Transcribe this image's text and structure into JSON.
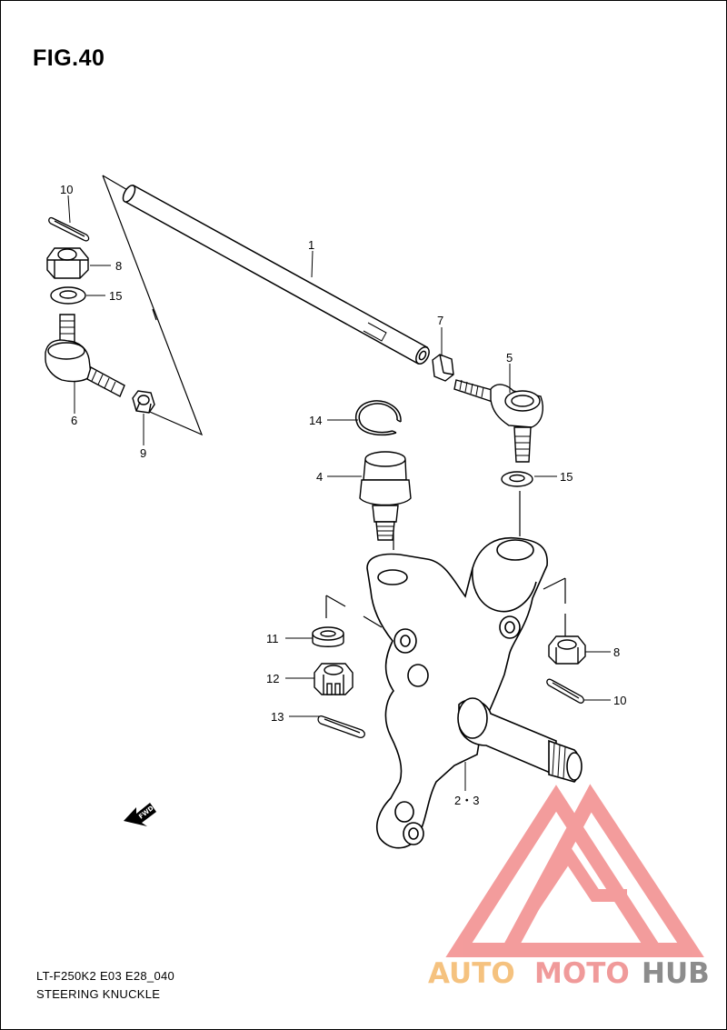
{
  "figure": {
    "title": "FIG.40"
  },
  "callouts": {
    "c1": "1",
    "c23": "2・3",
    "c4": "4",
    "c5": "5",
    "c6": "6",
    "c7": "7",
    "c8_left": "8",
    "c8_right": "8",
    "c9": "9",
    "c10_left": "10",
    "c10_right": "10",
    "c11": "11",
    "c12": "12",
    "c13": "13",
    "c14": "14",
    "c15_left": "15",
    "c15_right": "15"
  },
  "fwd_label": "FWD",
  "footer": {
    "model_code": "LT-F250K2 E03 E28_040",
    "section_name": "STEERING KNUCKLE"
  },
  "watermark": {
    "text_part1": "AUTO",
    "text_part2": "MOTO",
    "text_part3": "HUB",
    "colors": {
      "auto": "#f7c88a",
      "moto": "#f29a9a",
      "hub": "#8c8c8c",
      "logo": "#f07a7a"
    }
  }
}
